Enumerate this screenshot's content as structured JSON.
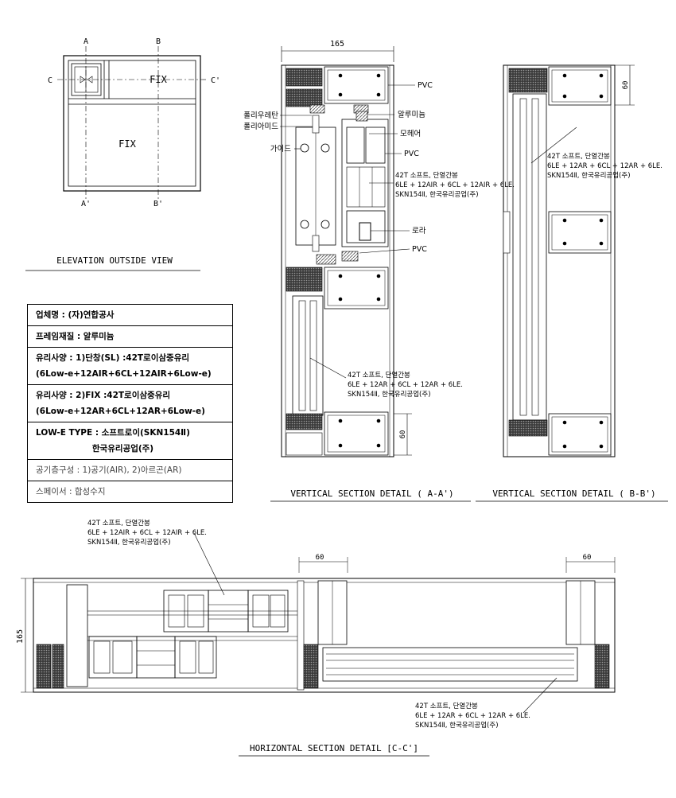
{
  "elevation": {
    "markers": {
      "a_top": "A",
      "b_top": "B",
      "a_bottom": "A'",
      "b_bottom": "B'",
      "c_left": "C",
      "c_right": "C'"
    },
    "fix_upper": "FIX",
    "fix_lower": "FIX",
    "caption": "ELEVATION OUTSIDE VIEW"
  },
  "spec_table": {
    "row1": "업체명 : (자)연합공사",
    "row2": "프레임재질 : 알루미늄",
    "row3_line1": "유리사양 : 1)단창(SL) :42T로이삼중유리",
    "row3_line2": "(6Low-e+12AIR+6CL+12AIR+6Low-e)",
    "row4_line1": "유리사양 : 2)FIX :42T로이삼중유리",
    "row4_line2": "(6Low-e+12AR+6CL+12AR+6Low-e)",
    "row5_line1": "LOW-E TYPE :  소프트로이(SKN154Ⅱ)",
    "row5_line2": "한국유리공업(주)",
    "row6": "공기층구성 : 1)공기(AIR), 2)아르곤(AR)",
    "row7": "스페이서 : 합성수지"
  },
  "section_aa": {
    "dim_width": "165",
    "dim_60": "60",
    "labels": {
      "pvc_top": "PVC",
      "polyurethane": "폴리우레탄",
      "aluminum": "알루미늄",
      "polyamide": "폴리아미드",
      "mohair": "모헤어",
      "guide": "가이드",
      "pvc_mid": "PVC",
      "roller": "로라",
      "pvc_bottom": "PVC"
    },
    "glass_note_upper": [
      "42T 소프트, 단열간봉",
      "6LE + 12AIR + 6CL + 12AIR + 6LE.",
      "SKN154Ⅱ, 한국유리공업(주)"
    ],
    "glass_note_lower": [
      "42T 소프트, 단열간봉",
      "6LE + 12AR + 6CL + 12AR + 6LE.",
      "SKN154Ⅱ, 한국유리공업(주)"
    ],
    "caption": "VERTICAL SECTION DETAIL   ( A-A')"
  },
  "section_bb": {
    "dim_60": "60",
    "glass_note": [
      "42T 소프트, 단열간봉",
      "6LE + 12AR + 6CL + 12AR + 6LE.",
      "SKN154Ⅱ, 한국유리공업(주)"
    ],
    "caption": "VERTICAL SECTION DETAIL   ( B-B')"
  },
  "section_cc": {
    "dim_165": "165",
    "dim_60_left": "60",
    "dim_60_right": "60",
    "glass_note_upper": [
      "42T 소프트, 단열간봉",
      "6LE + 12AIR + 6CL + 12AIR + 6LE.",
      "SKN154Ⅱ, 한국유리공업(주)"
    ],
    "glass_note_lower": [
      "42T 소프트, 단열간봉",
      "6LE + 12AR + 6CL + 12AR + 6LE.",
      "SKN154Ⅱ, 한국유리공업(주)"
    ],
    "caption": "HORIZONTAL SECTION DETAIL [C-C']"
  },
  "colors": {
    "line": "#000000",
    "hatch": "#6e6e6e",
    "insulation": "#2b2b2b"
  }
}
